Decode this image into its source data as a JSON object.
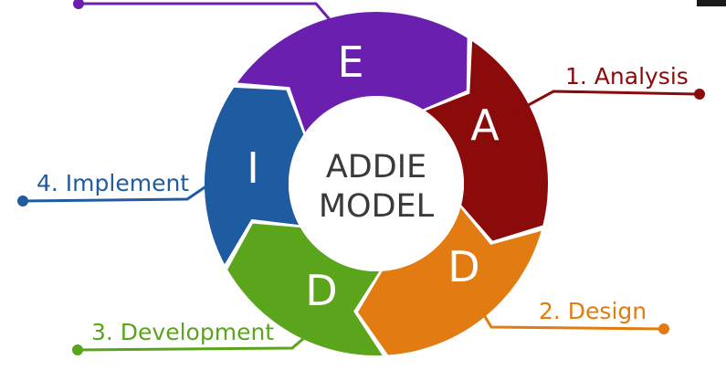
{
  "center": {
    "line1": "ADDIE",
    "line2": "MODEL"
  },
  "segments": [
    {
      "key": "analysis",
      "letter": "A",
      "color": "#8B0A0A"
    },
    {
      "key": "design",
      "letter": "D",
      "color": "#E27C12"
    },
    {
      "key": "development",
      "letter": "D",
      "color": "#5AA51C"
    },
    {
      "key": "implement",
      "letter": "I",
      "color": "#1F5BA0"
    },
    {
      "key": "evaluation",
      "letter": "E",
      "color": "#6A1FAF"
    }
  ],
  "callouts": [
    {
      "key": "analysis",
      "label": "1. Analysis",
      "color": "#8B0A0A"
    },
    {
      "key": "design",
      "label": "2. Design",
      "color": "#E27C12"
    },
    {
      "key": "development",
      "label": "3. Development",
      "color": "#5AA51C"
    },
    {
      "key": "implement",
      "label": "4. Implement",
      "color": "#1F5BA0"
    },
    {
      "key": "evaluation",
      "label": "",
      "color": "#6A1FAF"
    }
  ]
}
